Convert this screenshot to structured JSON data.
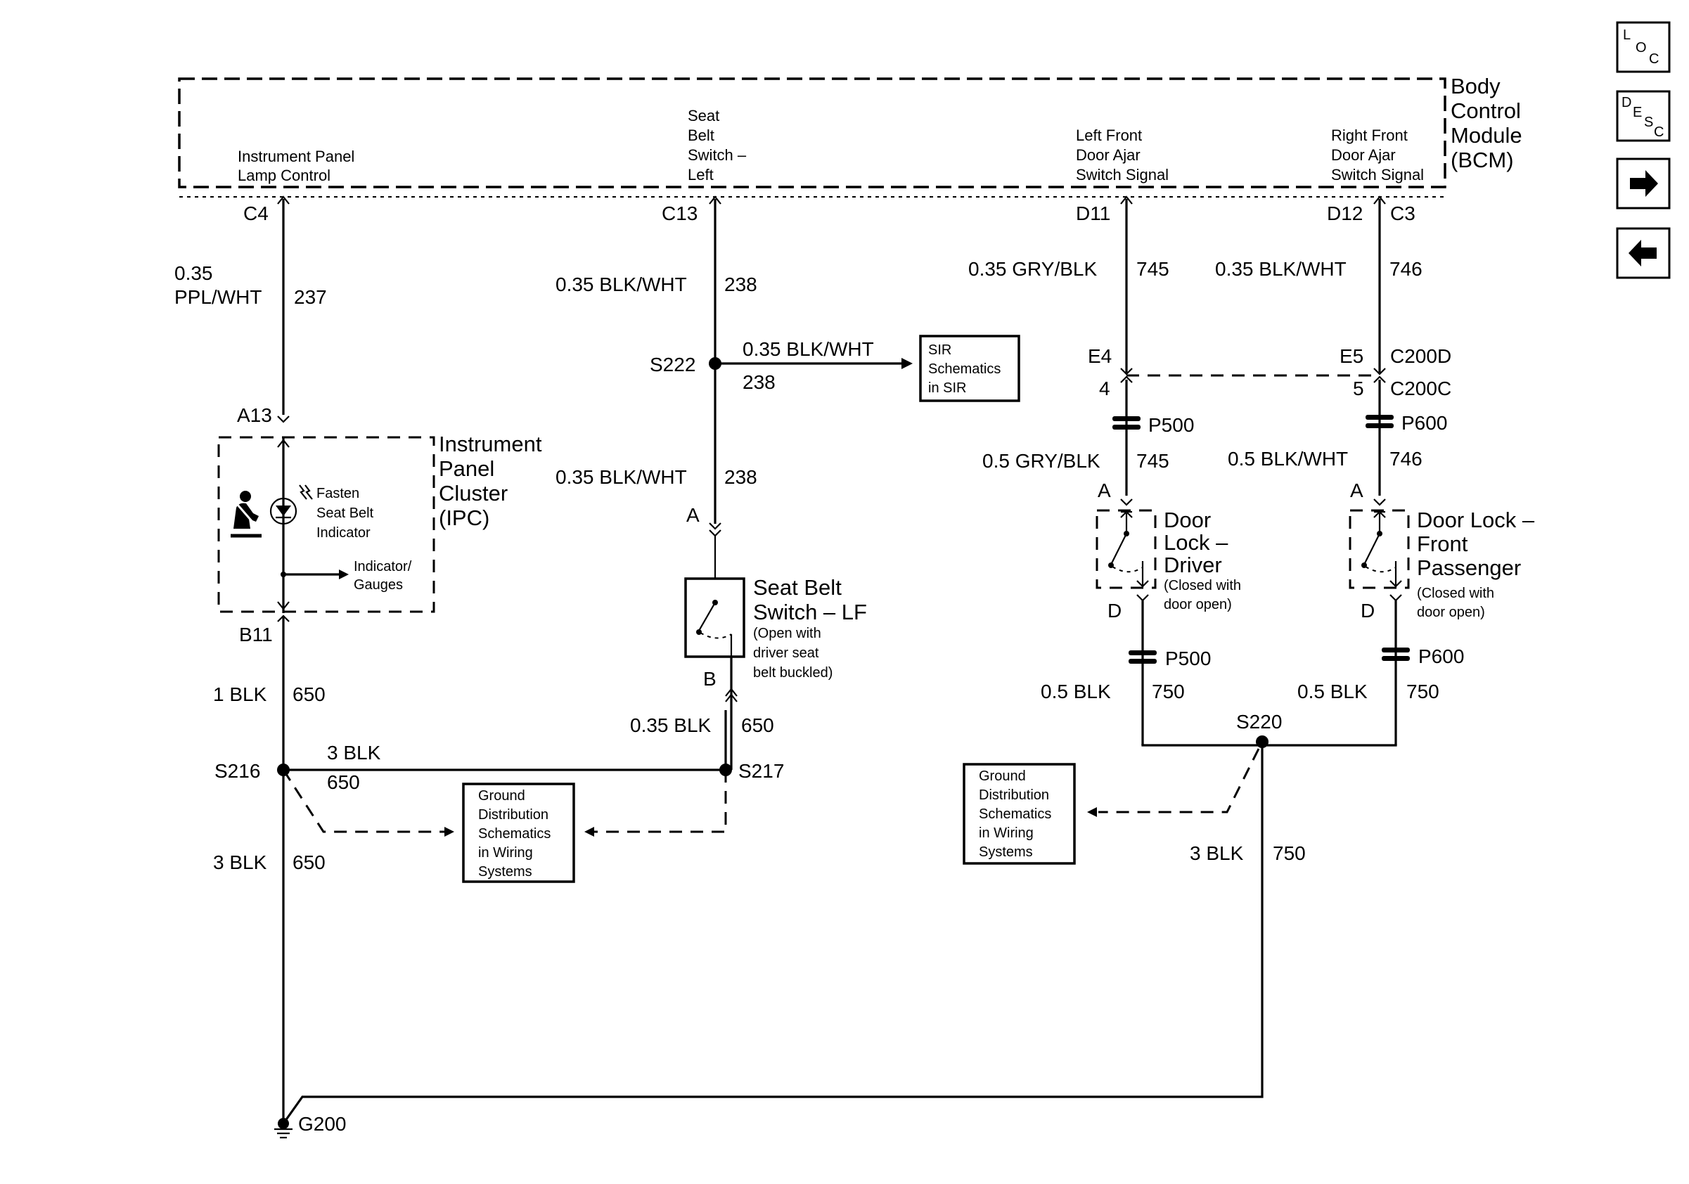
{
  "bcm": {
    "title": [
      "Body",
      "Control",
      "Module",
      "(BCM)"
    ],
    "ip_lamp": [
      "Instrument Panel",
      "Lamp Control"
    ],
    "seat_belt": [
      "Seat",
      "Belt",
      "Switch –",
      "Left"
    ],
    "lf_door": [
      "Left Front",
      "Door Ajar",
      "Switch Signal"
    ],
    "rf_door": [
      "Right Front",
      "Door Ajar",
      "Switch Signal"
    ]
  },
  "pins": {
    "c4": "C4",
    "c13": "C13",
    "d11": "D11",
    "d12": "D12",
    "c3": "C3",
    "a13": "A13",
    "b11": "B11",
    "a": "A",
    "b": "B",
    "d": "D",
    "e4": "E4",
    "e5": "E5",
    "p4": "4",
    "p5": "5",
    "c200d": "C200D",
    "c200c": "C200C"
  },
  "wires": {
    "w237_size": "0.35",
    "w237_color": "PPL/WHT",
    "w237_num": "237",
    "w238": "0.35 BLK/WHT",
    "n238": "238",
    "w745a": "0.35 GRY/BLK",
    "w745b": "0.5 GRY/BLK",
    "n745": "745",
    "w746a": "0.35 BLK/WHT",
    "w746b": "0.5 BLK/WHT",
    "n746": "746",
    "w650_1": "1 BLK",
    "w650_3": "3 BLK",
    "w650_035": "0.35 BLK",
    "n650": "650",
    "w750": "0.5 BLK",
    "w750_3": "3 BLK",
    "n750": "750"
  },
  "splices": {
    "s216": "S216",
    "s217": "S217",
    "s220": "S220",
    "s222": "S222",
    "g200": "G200",
    "p500": "P500",
    "p600": "P600"
  },
  "ipc": {
    "title": [
      "Instrument",
      "Panel",
      "Cluster",
      "(IPC)"
    ],
    "indicator": [
      "Fasten",
      "Seat Belt",
      "Indicator"
    ],
    "gauges": [
      "Indicator/",
      "Gauges"
    ]
  },
  "seat_switch": {
    "title": [
      "Seat Belt",
      "Switch – LF"
    ],
    "note": [
      "(Open with",
      "driver seat",
      "belt buckled)"
    ]
  },
  "door_driver": {
    "title": [
      "Door",
      "Lock –",
      "Driver"
    ],
    "note": [
      "(Closed with",
      "door open)"
    ]
  },
  "door_pass": {
    "title": [
      "Door Lock –",
      "Front",
      "Passenger"
    ],
    "note": [
      "(Closed with",
      "door open)"
    ]
  },
  "sir_box": [
    "SIR",
    "Schematics",
    "in SIR"
  ],
  "ground_box": [
    "Ground",
    "Distribution",
    "Schematics",
    "in Wiring",
    "Systems"
  ],
  "nav": {
    "loc": [
      "L",
      "O",
      "C"
    ],
    "desc": [
      "D",
      "E",
      "S",
      "C"
    ],
    "next": "next-page-icon",
    "prev": "prev-page-icon"
  }
}
